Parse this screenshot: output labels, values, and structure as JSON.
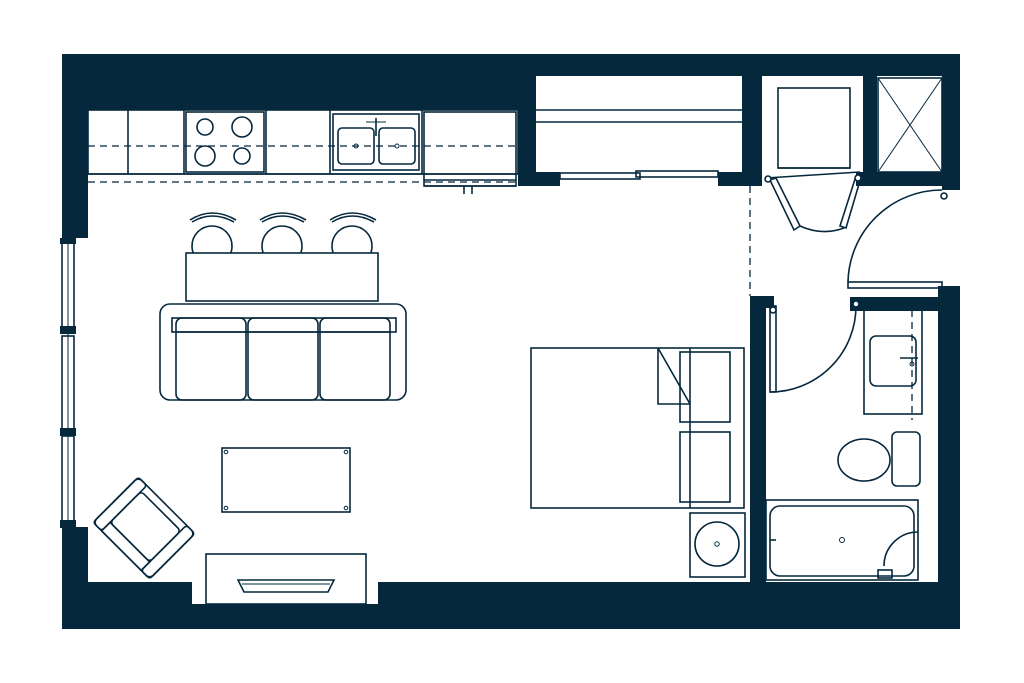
{
  "plan": {
    "colors": {
      "wall": "#05283d",
      "background": "#ffffff",
      "line": "#05283d"
    },
    "rooms": [
      "studio",
      "kitchen",
      "closet",
      "bathroom",
      "linen-closet"
    ],
    "fixtures": [
      "cooktop-icon",
      "double-sink-icon",
      "dishwasher-icon",
      "bar-stool-icon",
      "sofa-icon",
      "coffee-table-icon",
      "armchair-icon",
      "tv-console-icon",
      "bed-icon",
      "nightstand-icon",
      "toilet-icon",
      "vanity-sink-icon",
      "bathtub-icon",
      "washer-dryer-icon"
    ]
  }
}
